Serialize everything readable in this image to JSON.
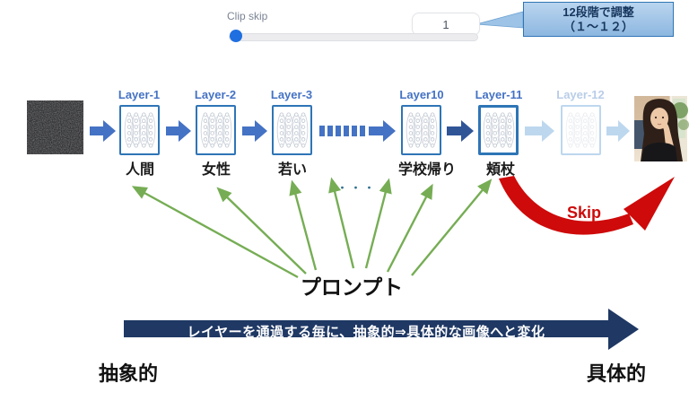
{
  "panel": {
    "label": "Clip skip",
    "value": "1"
  },
  "callout": {
    "line1": "12段階で調整",
    "line2": "（１～１２）"
  },
  "layers": [
    {
      "label": "Layer-1",
      "word": "人間"
    },
    {
      "label": "Layer-2",
      "word": "女性"
    },
    {
      "label": "Layer-3",
      "word": "若い"
    },
    {
      "label": "Layer10",
      "word": "学校帰り"
    },
    {
      "label": "Layer-11",
      "word": "頬杖"
    },
    {
      "label": "Layer-12",
      "word": ""
    }
  ],
  "ellipsis": "・・・",
  "prompt_label": "プロンプト",
  "skip_label": "Skip",
  "banner_text": "レイヤーを通過する毎に、抽象的⇒具体的な画像へと変化",
  "footer": {
    "left": "抽象的",
    "right": "具体的"
  },
  "icons": [
    "noise-image",
    "neural-network-icon",
    "result-photo",
    "flow-arrow",
    "skip-curve-arrow",
    "prompt-arrow"
  ],
  "colors": {
    "layer_label_blue": "#4472C4",
    "box_border_blue": "#2E75B6",
    "arrow_blue": "#4472C4",
    "arrow_dark_blue": "#2F5597",
    "arrow_faded_blue": "#BDD7EE",
    "prompt_green": "#76AD54",
    "skip_red": "#CE0A0A",
    "banner_navy": "#1F3864",
    "callout_fill": "#9DC3E6",
    "slider_handle_blue": "#1F6FE0"
  }
}
